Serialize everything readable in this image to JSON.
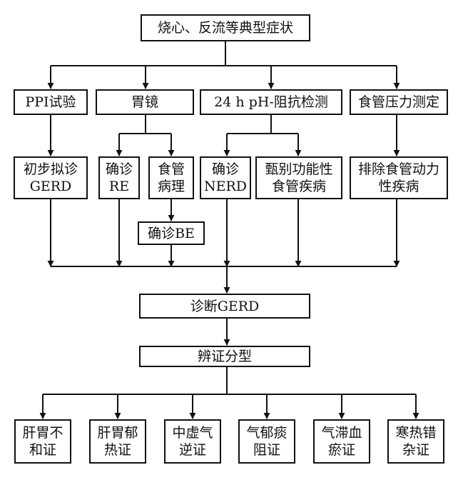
{
  "nodes": {
    "symptoms": "烧心、反流等典型症状",
    "ppi": "PPI试验",
    "endoscopy": "胃镜",
    "ph": "24 h pH-阻抗检测",
    "manometry": "食管压力测定",
    "prelim": "初步拟诊\nGERD",
    "re": "确诊\nRE",
    "pathology": "食管\n病理",
    "be": "确诊BE",
    "nerd": "确诊\nNERD",
    "functional": "甄别功能性\n食管疾病",
    "motility": "排除食管动力\n性疾病",
    "diagnosis": "诊断GERD",
    "syndrome": "辨证分型",
    "t1": "肝胃不\n和证",
    "t2": "肝胃郁\n热证",
    "t3": "中虚气\n逆证",
    "t4": "气郁痰\n阻证",
    "t5": "气滞血\n瘀证",
    "t6": "寒热错\n杂证"
  },
  "edges": [
    [
      "symptoms",
      "ppi"
    ],
    [
      "symptoms",
      "endoscopy"
    ],
    [
      "symptoms",
      "ph"
    ],
    [
      "symptoms",
      "manometry"
    ],
    [
      "ppi",
      "prelim"
    ],
    [
      "endoscopy",
      "re"
    ],
    [
      "endoscopy",
      "pathology"
    ],
    [
      "pathology",
      "be"
    ],
    [
      "ph",
      "nerd"
    ],
    [
      "ph",
      "functional"
    ],
    [
      "manometry",
      "motility"
    ],
    [
      "prelim",
      "diagnosis"
    ],
    [
      "re",
      "diagnosis"
    ],
    [
      "be",
      "diagnosis"
    ],
    [
      "nerd",
      "diagnosis"
    ],
    [
      "functional",
      "diagnosis"
    ],
    [
      "motility",
      "diagnosis"
    ],
    [
      "diagnosis",
      "syndrome"
    ],
    [
      "syndrome",
      "t1"
    ],
    [
      "syndrome",
      "t2"
    ],
    [
      "syndrome",
      "t3"
    ],
    [
      "syndrome",
      "t4"
    ],
    [
      "syndrome",
      "t5"
    ],
    [
      "syndrome",
      "t6"
    ]
  ]
}
